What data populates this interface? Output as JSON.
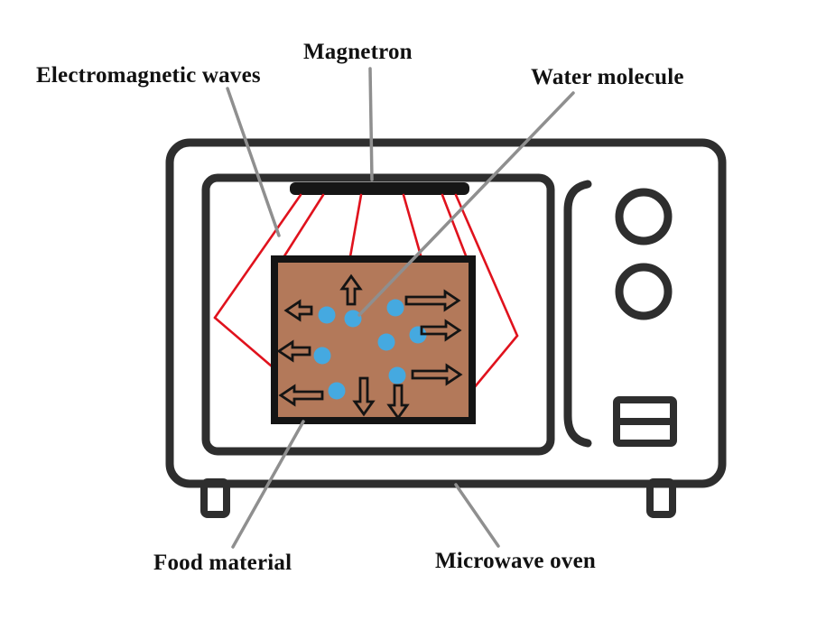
{
  "labels": {
    "magnetron": "Magnetron",
    "electromagnetic_waves": "Electromagnetic waves",
    "water_molecule": "Water molecule",
    "food_material": "Food material",
    "microwave_oven": "Microwave oven"
  },
  "colors": {
    "background": "#ffffff",
    "outline": "#2e2e2e",
    "bar": "#161616",
    "wave": "#e0121d",
    "food-fill": "#b3795a",
    "food-border": "#141414",
    "water": "#45a9e0",
    "leader": "#8f8f8f",
    "label-text": "#111111"
  }
}
